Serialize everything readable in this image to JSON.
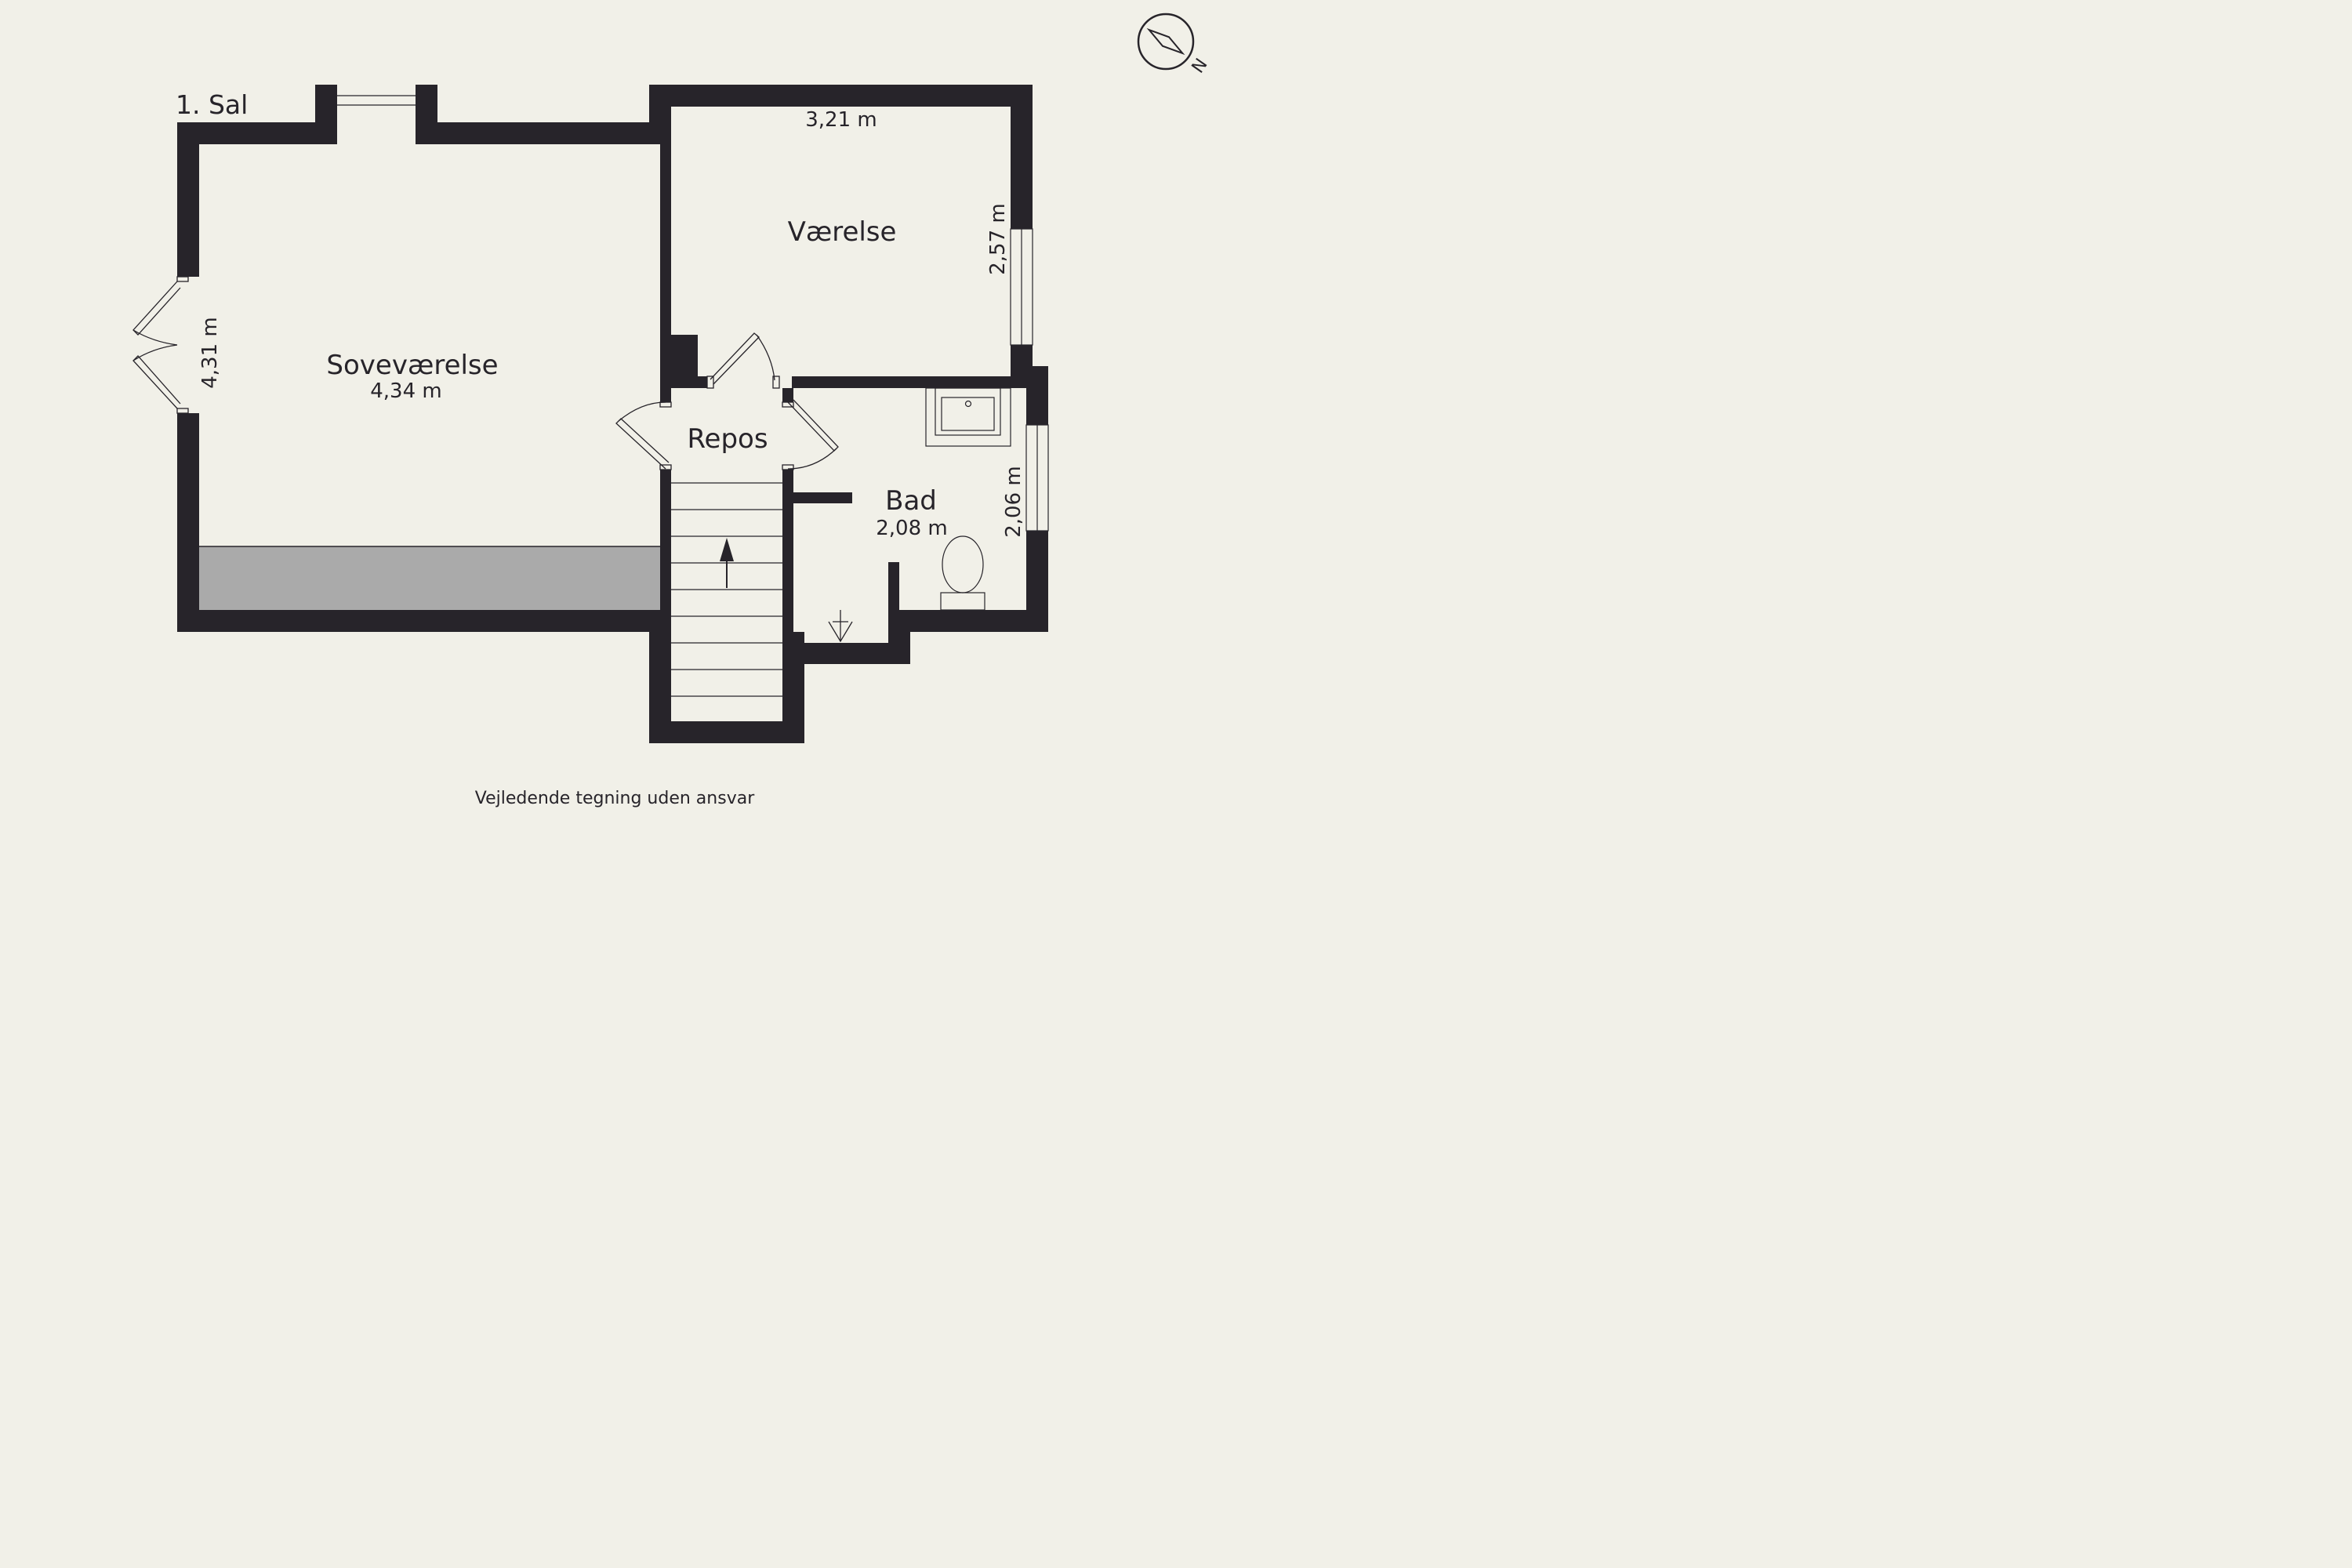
{
  "floor_label": "1. Sal",
  "rooms": {
    "sovevaerelse": {
      "name": "Soveværelse",
      "width": "4,34 m",
      "depth": "4,31 m"
    },
    "vaerelse": {
      "name": "Værelse",
      "width": "3,21 m",
      "depth": "2,57 m"
    },
    "repos": {
      "name": "Repos"
    },
    "bad": {
      "name": "Bad",
      "width": "2,08 m",
      "depth": "2,06 m"
    }
  },
  "compass": {
    "label": "N",
    "icon": "compass-icon"
  },
  "disclaimer": "Vejledende tegning uden ansvar",
  "colors": {
    "background": "#F1F0E8",
    "wall": "#27242A",
    "low_ceiling": "#AAAAAA"
  }
}
